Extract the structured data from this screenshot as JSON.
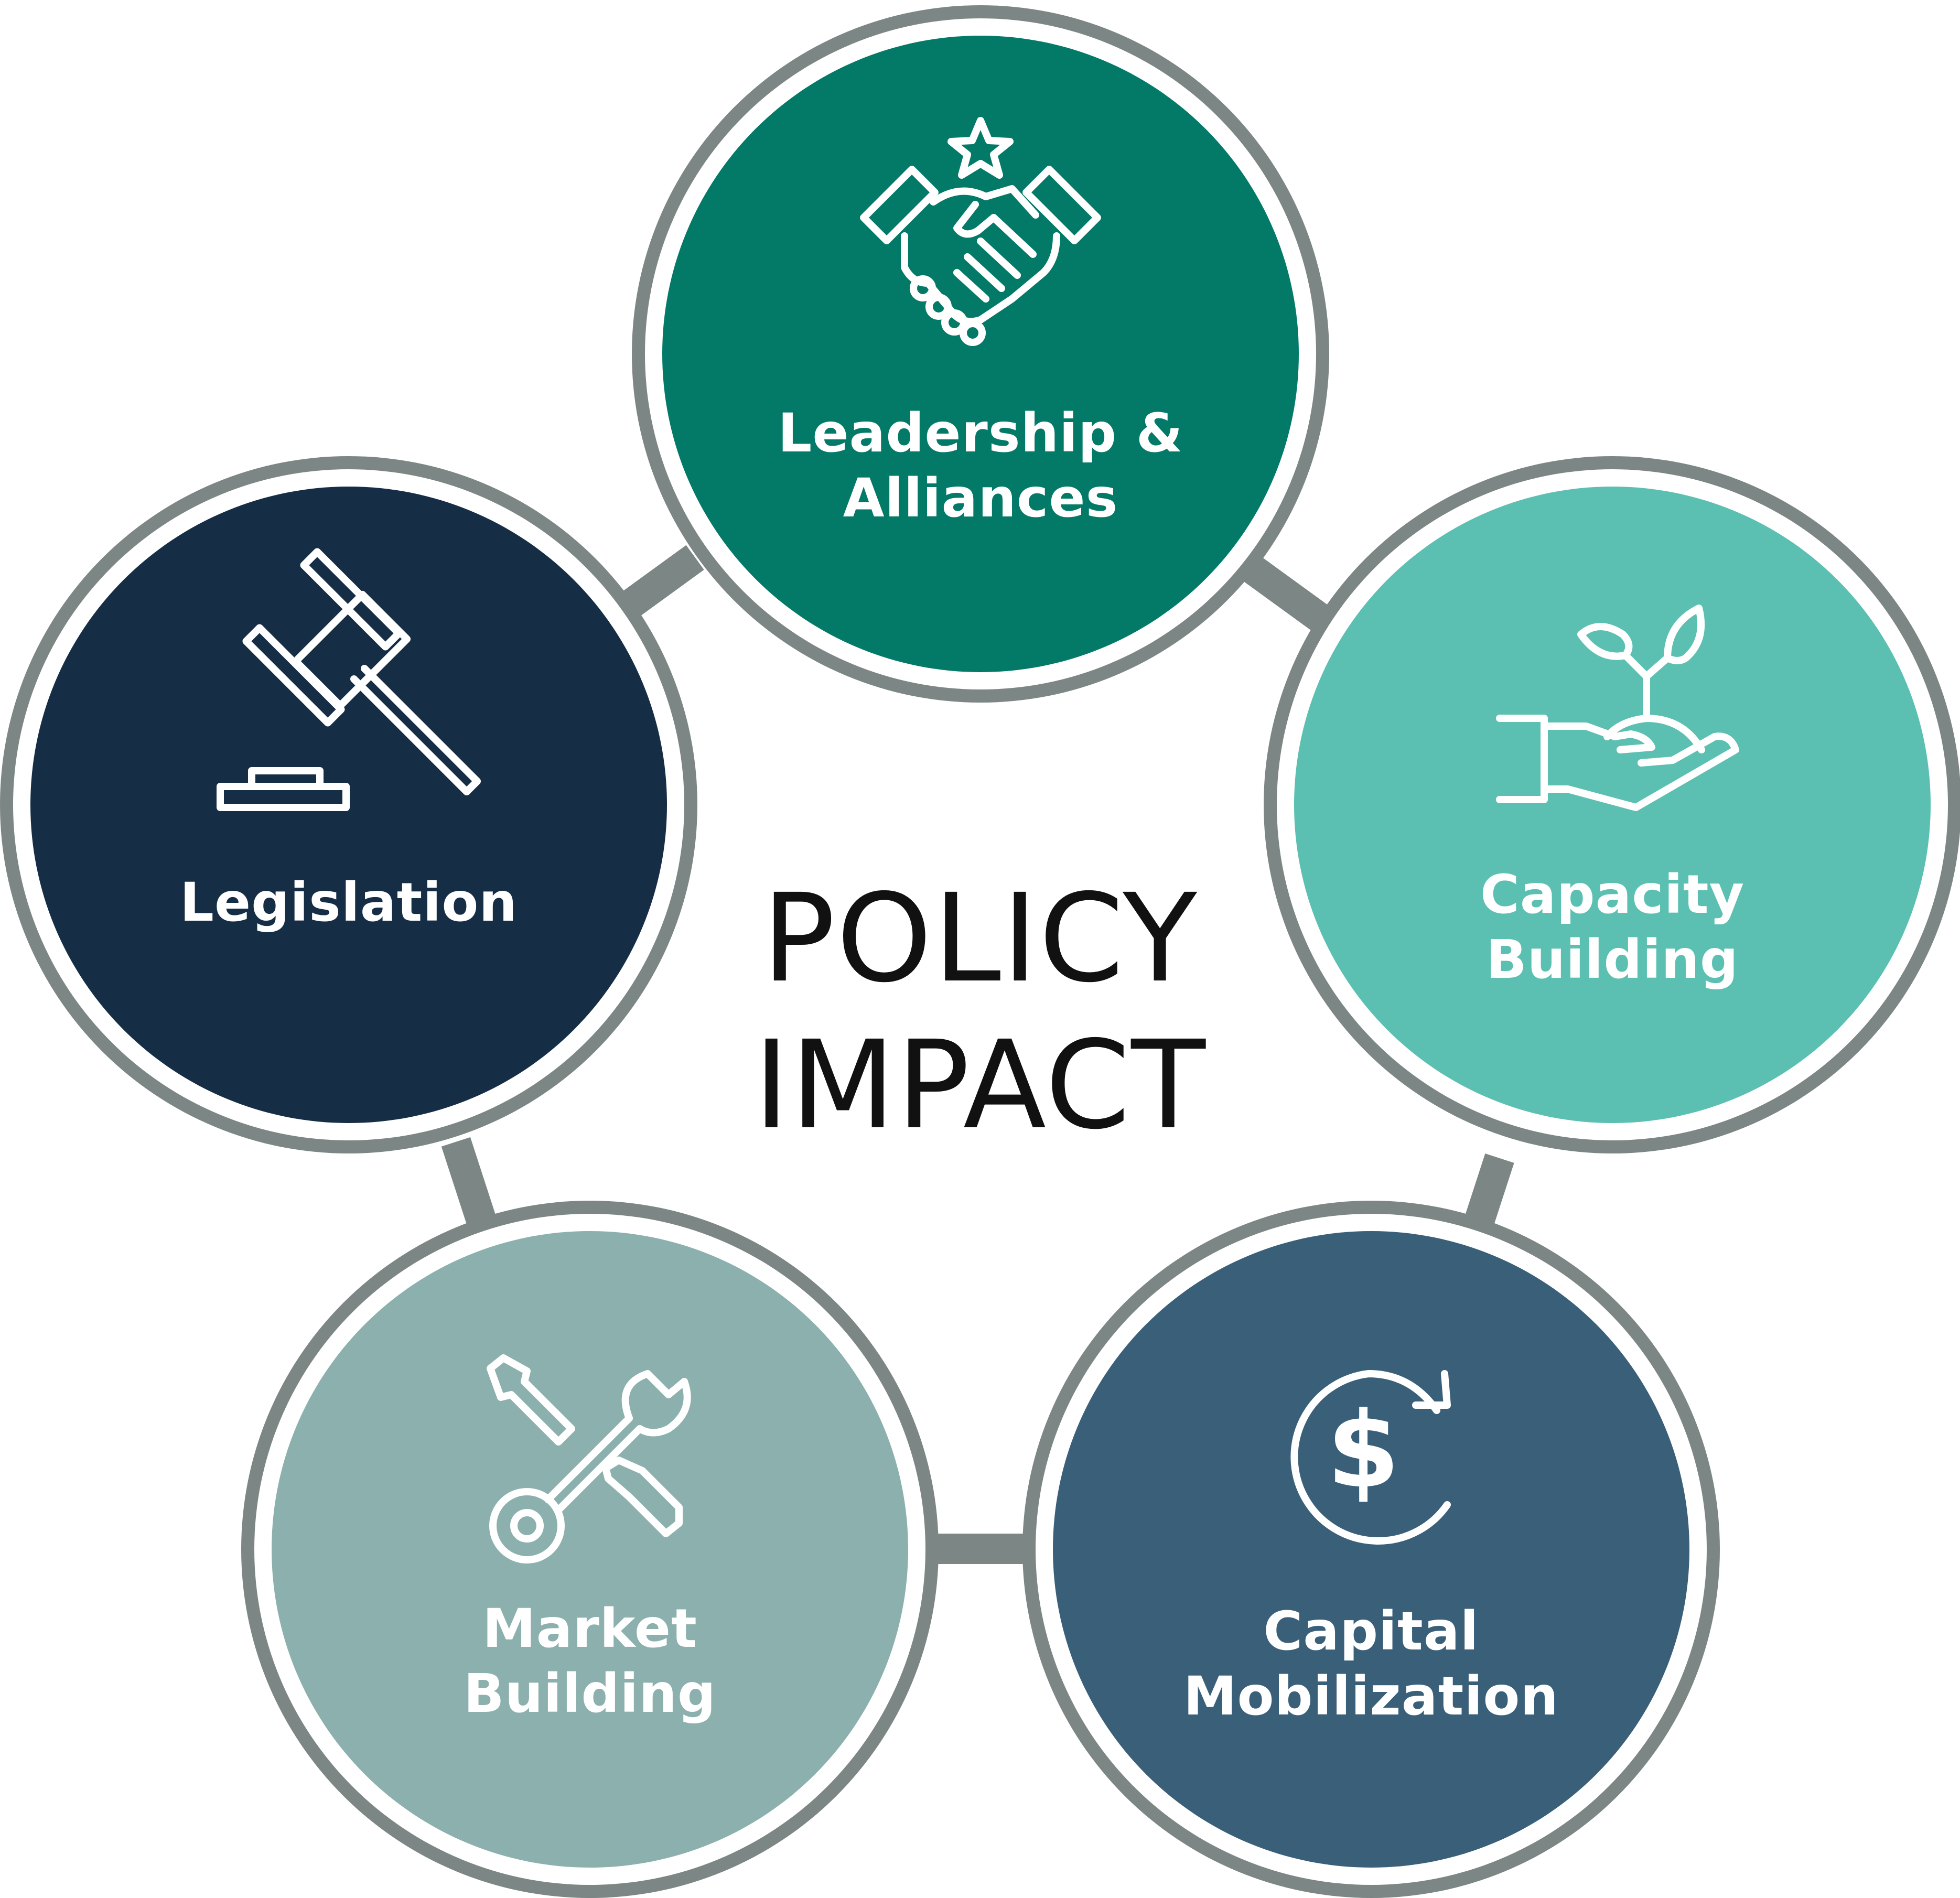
{
  "title": {
    "line1": "POLICY",
    "line2": "IMPACT"
  },
  "colors": {
    "ring": "#7c8684",
    "connector": "#7c8684",
    "icon_stroke": "#ffffff"
  },
  "nodes": [
    {
      "id": "leadership",
      "label": "Leadership &\nAlliances",
      "color": "#027a67",
      "icon": "handshake-star-icon"
    },
    {
      "id": "capacity",
      "label": "Capacity\nBuilding",
      "color": "#5bc0b1",
      "icon": "hand-seedling-icon"
    },
    {
      "id": "capital",
      "label": "Capital\nMobilization",
      "color": "#3a5f79",
      "icon": "dollar-cycle-icon"
    },
    {
      "id": "market",
      "label": "Market\nBuilding",
      "color": "#8bb0ad",
      "icon": "wrench-screwdriver-icon"
    },
    {
      "id": "legislation",
      "label": "Legislation",
      "color": "#162d46",
      "icon": "gavel-icon"
    }
  ]
}
